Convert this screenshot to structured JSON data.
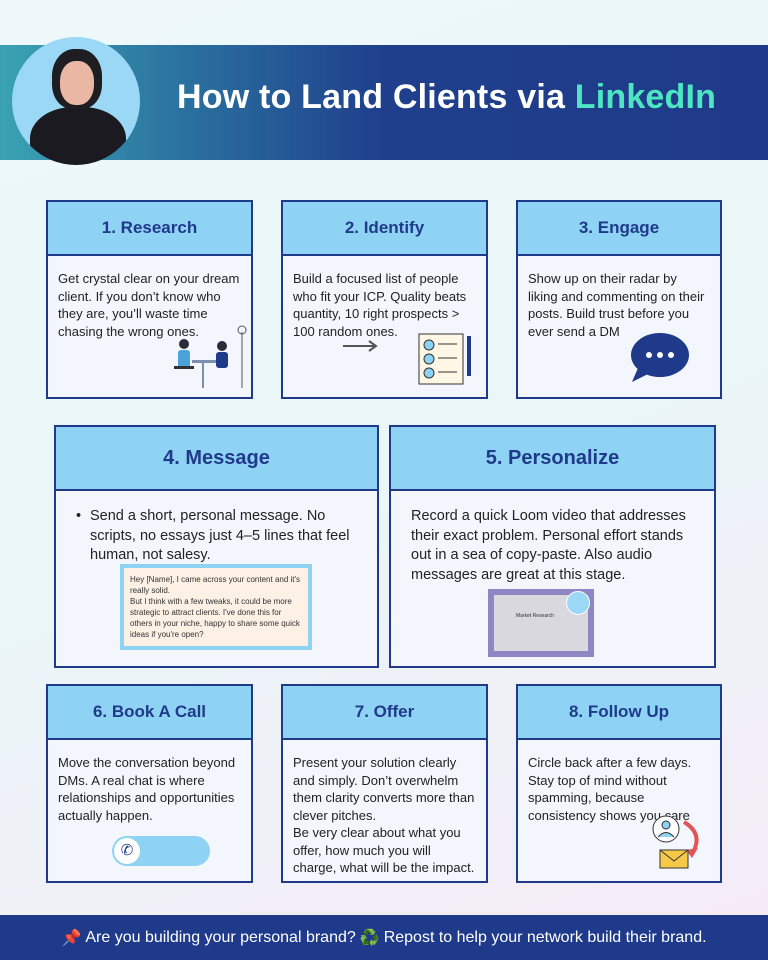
{
  "header": {
    "title": "How to Land Clients via ",
    "title_accent": "LinkedIn"
  },
  "steps": [
    {
      "title": "1. Research",
      "body": "Get crystal clear on your dream client. If you don’t know who they are, you’ll waste time chasing the wrong ones."
    },
    {
      "title": "2. Identify",
      "body": "Build a focused list of people who fit your ICP. Quality beats quantity, 10 right prospects > 100 random ones."
    },
    {
      "title": "3. Engage",
      "body": "Show up on their radar by liking and commenting on their posts. Build trust before you ever send a DM"
    },
    {
      "title": "4. Message",
      "body": "Send a short, personal message. No scripts, no essays just 4–5 lines that feel human, not salesy.",
      "example": "Hey [Name], I came across your content and it's really solid.\n But I think with a few tweaks, it could be more strategic to attract clients. I've done this for others in your niche, happy to share some quick ideas if you're open?"
    },
    {
      "title": "5. Personalize",
      "body": "Record a quick Loom video that addresses their exact problem. Personal effort stands out in a sea of copy-paste. Also audio messages are great at this stage.",
      "video_caption": "Market Research"
    },
    {
      "title": "6. Book A Call",
      "body": "Move the conversation beyond DMs. A real chat is where relationships and opportunities actually happen."
    },
    {
      "title": "7. Offer",
      "body": "Present your solution clearly and simply. Don’t overwhelm them clarity converts more than clever pitches.\nBe very clear about what you offer, how much you will charge, what will be the impact."
    },
    {
      "title": "8. Follow Up",
      "body": "Circle back after a few days. Stay top of mind without spamming, because consistency shows you care"
    }
  ],
  "footer": {
    "pin": "📌",
    "text1": "Are you building your personal brand?",
    "recycle": "♻️",
    "text2": "Repost to help your network build their brand."
  },
  "colors": {
    "navy": "#1f3a8a",
    "header": "#8fd3f4",
    "accent": "#4ee6c2"
  }
}
